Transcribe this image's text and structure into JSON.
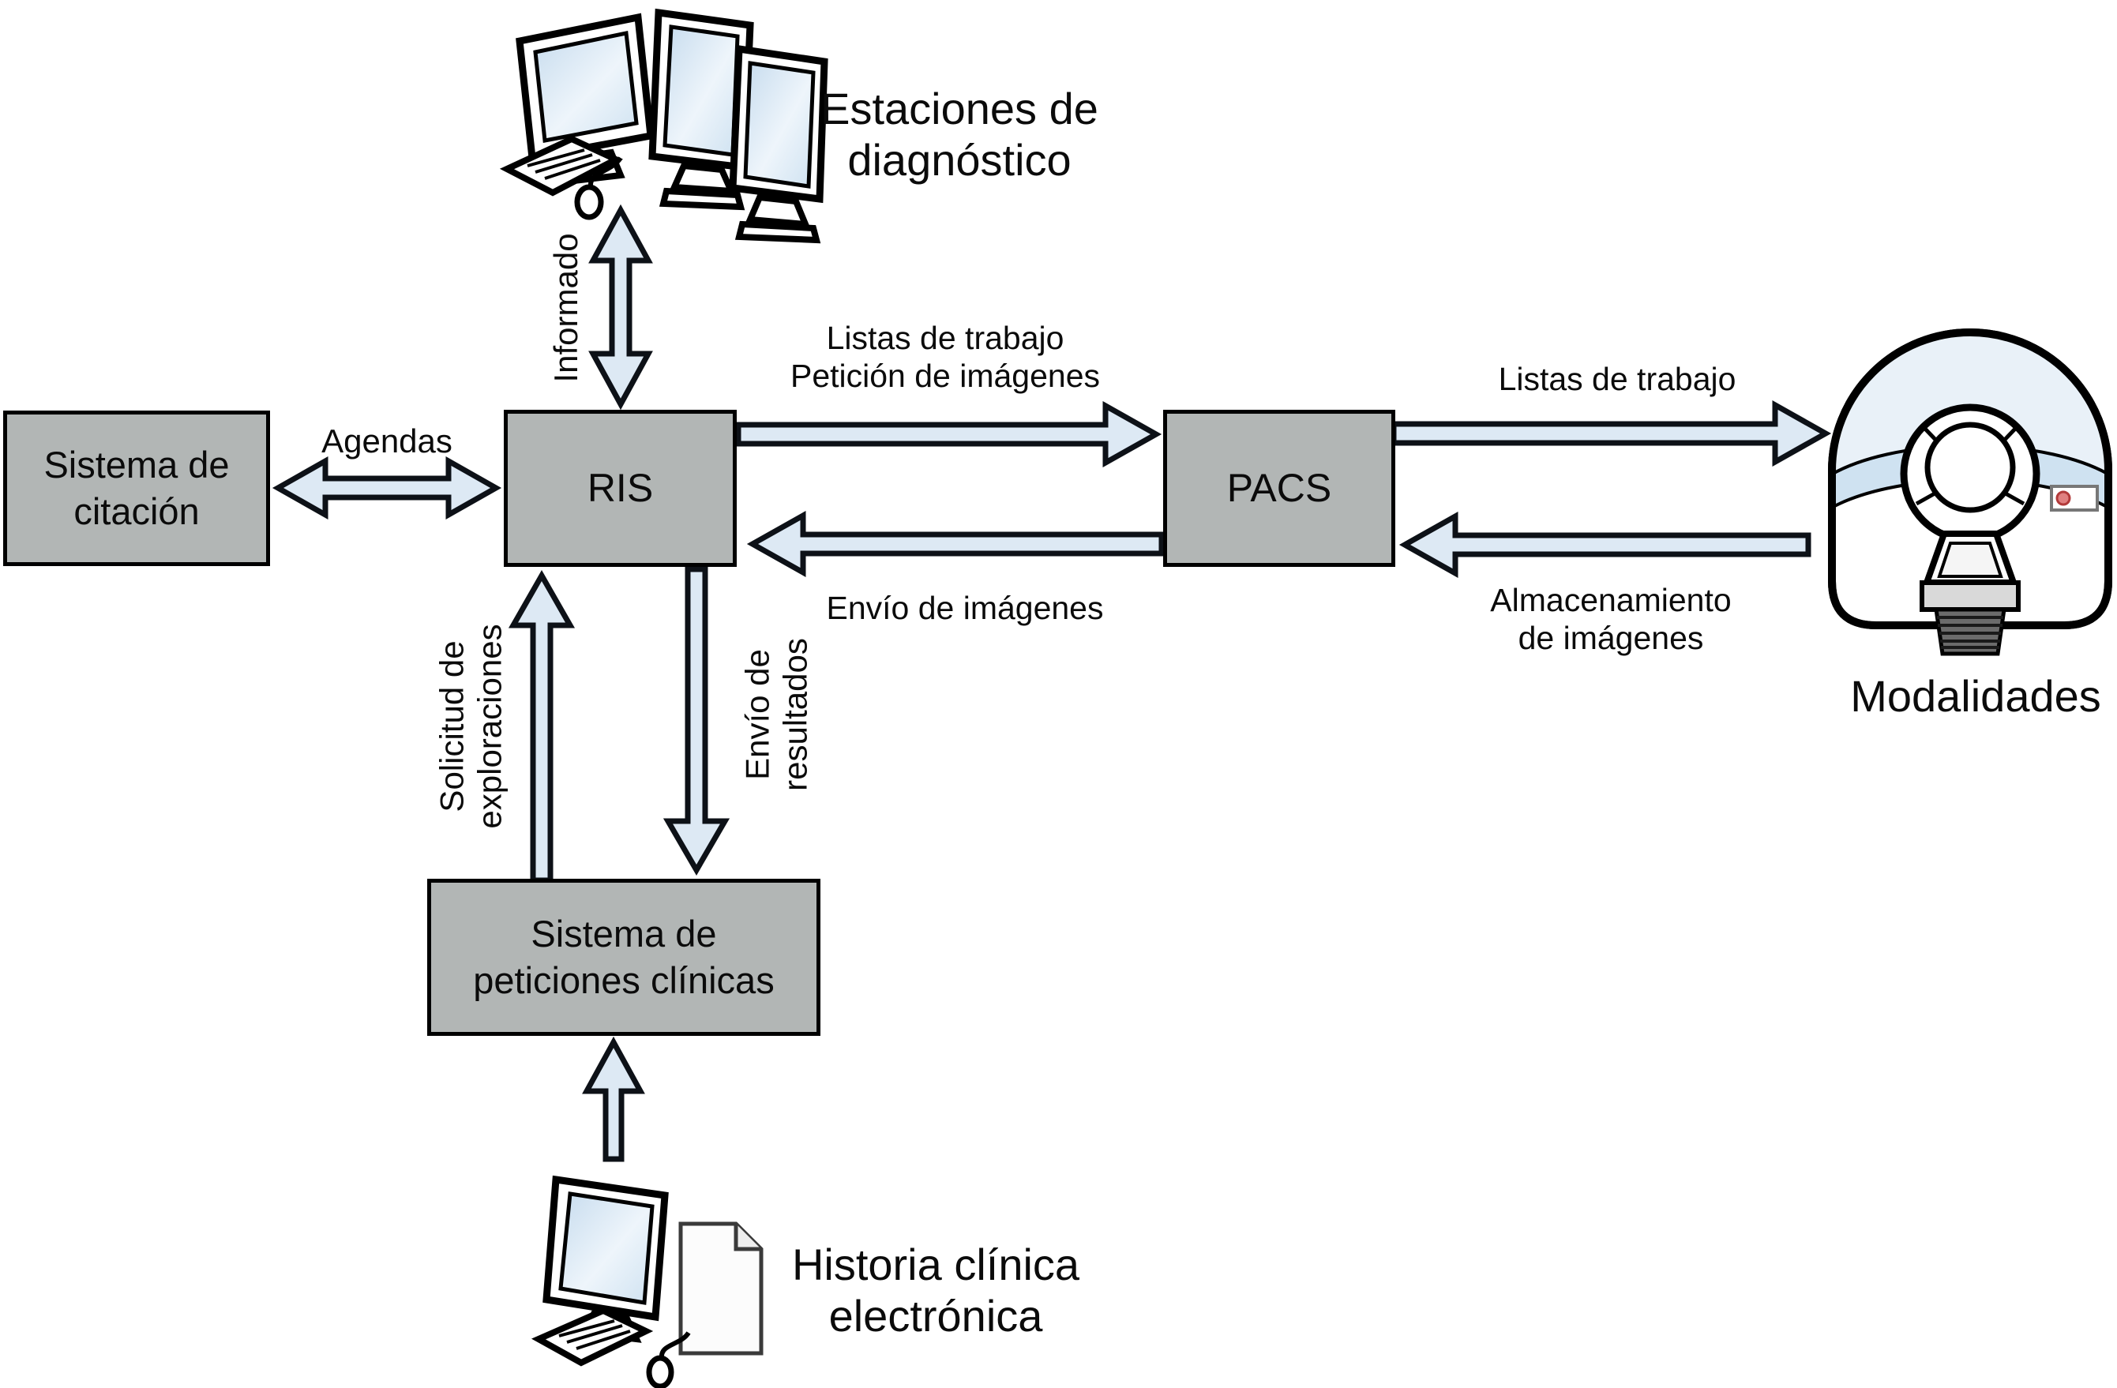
{
  "nodes": {
    "citacion": {
      "label": "Sistema de\ncitación"
    },
    "ris": {
      "label": "RIS"
    },
    "pacs": {
      "label": "PACS"
    },
    "peticiones": {
      "label": "Sistema de\npeticiones clínicas"
    }
  },
  "captions": {
    "estaciones": "Estaciones de\ndiagnóstico",
    "modalidades": "Modalidades",
    "historia": "Historia clínica\nelectrónica"
  },
  "arrow_labels": {
    "informado": "Informado",
    "agendas": "Agendas",
    "listas_peticion": "Listas de trabajo\nPetición de imágenes",
    "envio_imagenes": "Envío de imágenes",
    "listas_trabajo": "Listas de trabajo",
    "almacenamiento": "Almacenamiento\nde imágenes",
    "solicitud": "Solicitud de\nexploraciones",
    "resultados": "Envío de\nresultados"
  },
  "icons": {
    "workstations": "diagnostic-workstations-icon",
    "scanner": "ct-scanner-icon",
    "computer": "ehr-computer-icon"
  },
  "colors": {
    "box_fill": "#b2b6b5",
    "box_border": "#000000",
    "arrow_fill": "#dde9f4",
    "arrow_border": "#0d1117",
    "screen_blue": "#cfe2f1",
    "dome_blue": "#e9f1f8",
    "base_gray": "#6b6b6b",
    "button_red": "#e08080",
    "background": "#ffffff"
  }
}
